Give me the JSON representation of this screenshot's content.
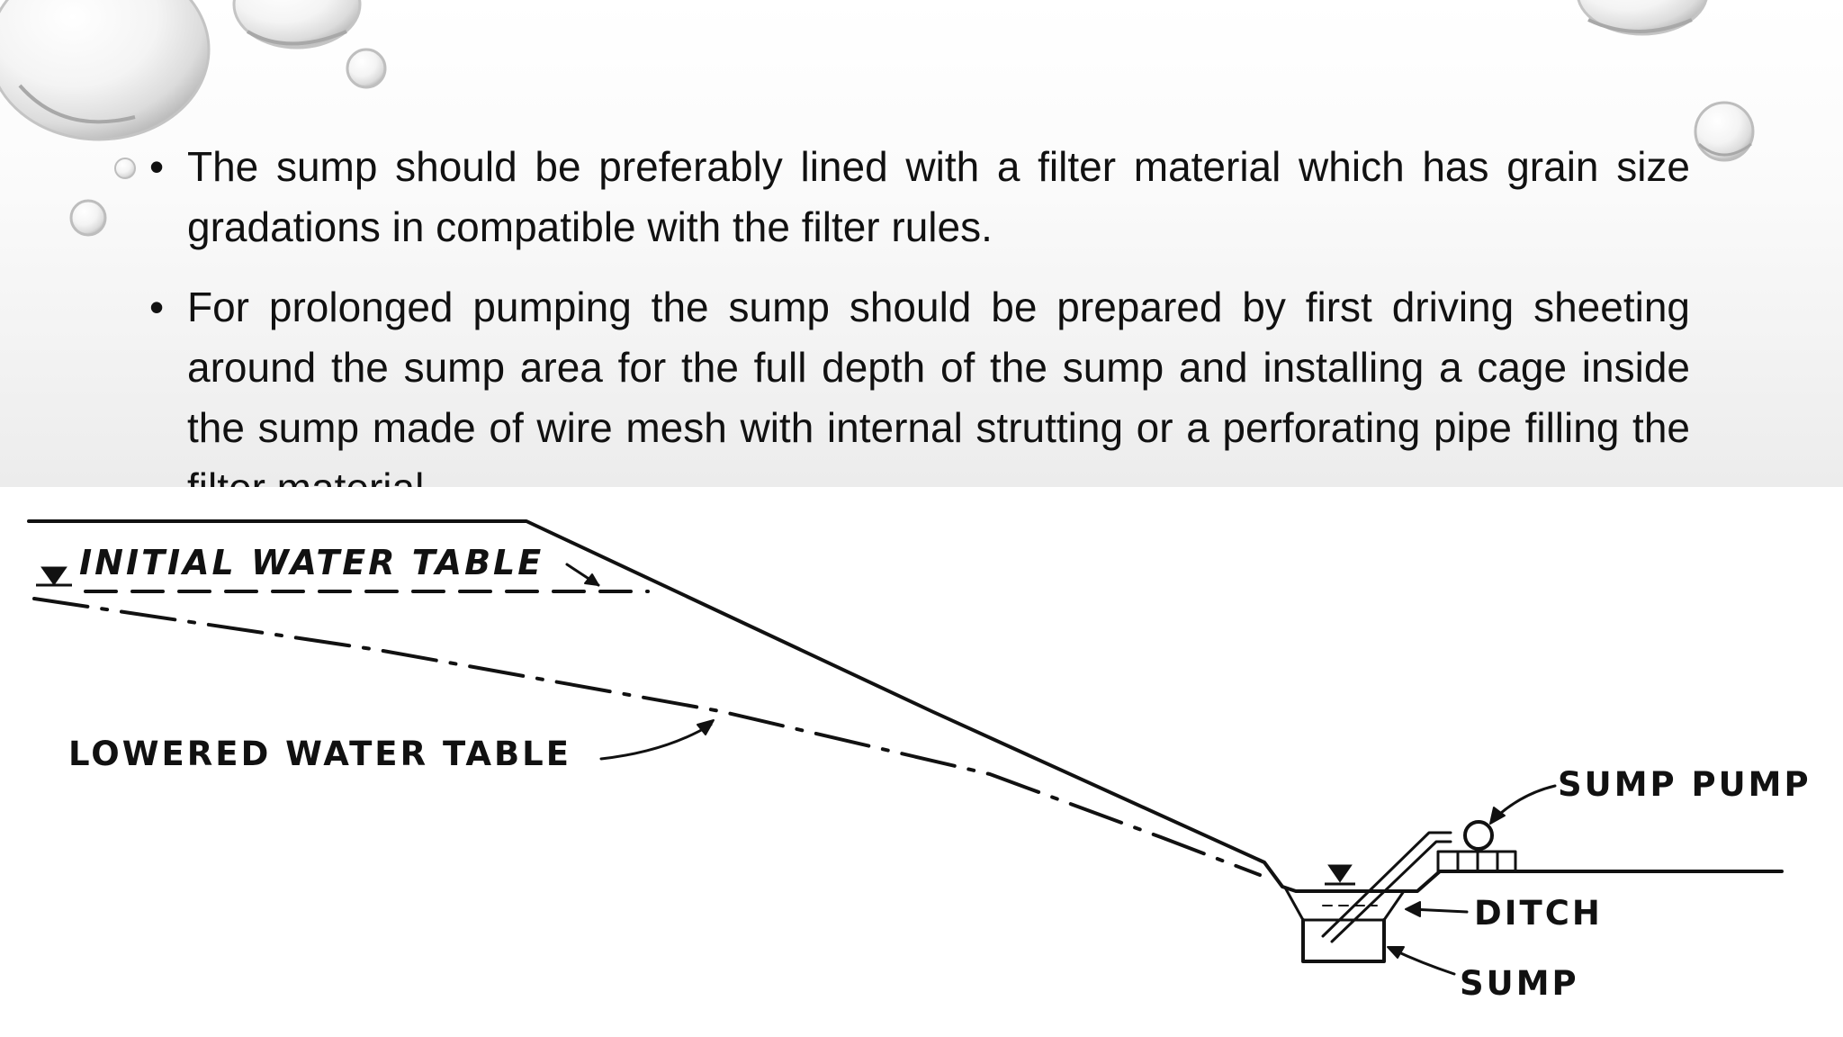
{
  "bullets": [
    "The sump should be preferably lined with a filter material which has grain size gradations in compatible with the filter rules.",
    "For prolonged pumping the sump should be prepared by first driving sheeting around the sump area for the full depth of the sump and installing a cage inside the sump made of wire mesh with internal strutting or a perforating pipe filling the filter material."
  ],
  "bullet_symbol": "•",
  "diagram": {
    "labels": {
      "initial_water_table": "INITIAL WATER TABLE",
      "lowered_water_table": "LOWERED WATER TABLE",
      "sump_pump": "SUMP PUMP",
      "ditch": "DITCH",
      "sump": "SUMP"
    }
  },
  "colors": {
    "text": "#111111",
    "line": "#111111",
    "panel_top": "#ffffff",
    "panel_bottom": "#ececec"
  },
  "icons": [
    "water-droplet-icon",
    "water-table-symbol-icon",
    "pump-icon"
  ]
}
